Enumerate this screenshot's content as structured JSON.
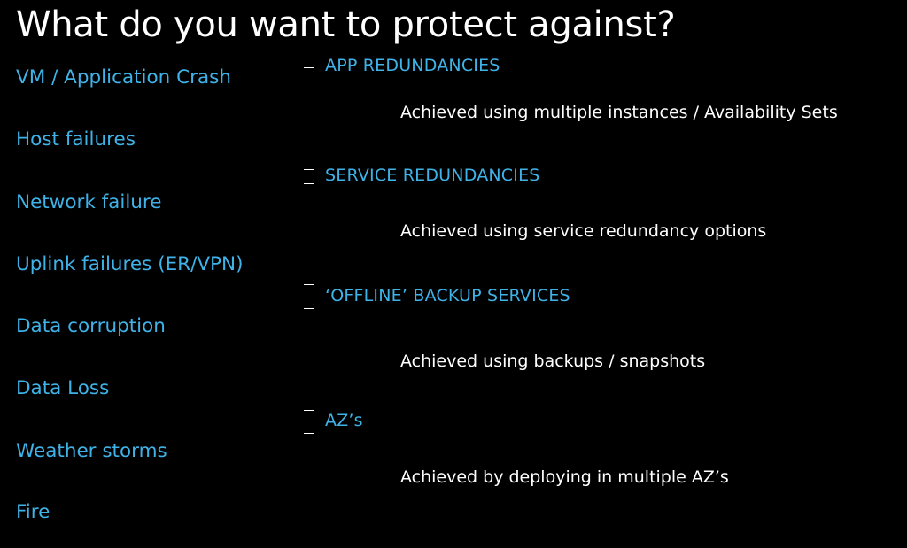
{
  "title": "What do you want to protect against?",
  "threats": [
    "VM / Application Crash",
    "Host failures",
    "Network failure",
    "Uplink failures (ER/VPN)",
    "Data corruption",
    "Data Loss",
    "Weather storms",
    "Fire"
  ],
  "groups": [
    {
      "category": "APP REDUNDANCIES",
      "detail": "Achieved using multiple instances / Availability Sets"
    },
    {
      "category": "SERVICE REDUNDANCIES",
      "detail": "Achieved using service redundancy options"
    },
    {
      "category": "‘OFFLINE’ BACKUP SERVICES",
      "detail": "Achieved using backups / snapshots"
    },
    {
      "category": "AZ’s",
      "detail": "Achieved by deploying in multiple AZ’s"
    }
  ],
  "colors": {
    "background": "#000000",
    "accent": "#3fb3e8",
    "text": "#ffffff"
  }
}
